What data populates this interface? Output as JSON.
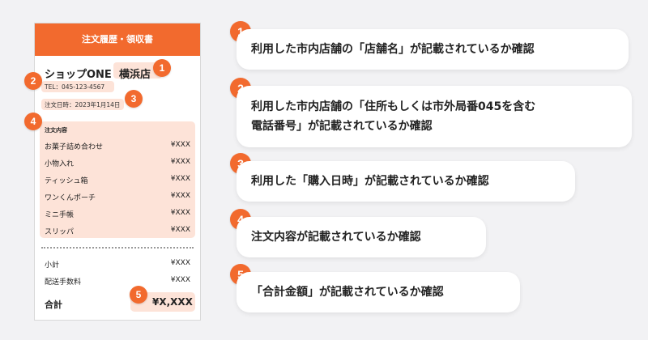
{
  "receipt": {
    "header_title": "注文履歴・領収書",
    "shop_name": "ショップONE",
    "branch": "横浜店",
    "tel": "TEL：045-123-4567",
    "order_date": "注文日時：2023年1月14日",
    "items_title": "注文内容",
    "items": [
      {
        "name": "お菓子詰め合わせ",
        "price": "¥XXX"
      },
      {
        "name": "小物入れ",
        "price": "¥XXX"
      },
      {
        "name": "ティッシュ箱",
        "price": "¥XXX"
      },
      {
        "name": "ワンくんポーチ",
        "price": "¥XXX"
      },
      {
        "name": "ミニ手帳",
        "price": "¥XXX"
      },
      {
        "name": "スリッパ",
        "price": "¥XXX"
      }
    ],
    "subtotal_label": "小計",
    "subtotal_value": "¥XXX",
    "shipping_label": "配送手数料",
    "shipping_value": "¥XXX",
    "total_label": "合計",
    "total_value": "¥X,XXX"
  },
  "markers": [
    "1",
    "2",
    "3",
    "4",
    "5"
  ],
  "callouts": [
    {
      "number": "1",
      "text": "利用した市内店舗の「店舗名」が記載されているか確認"
    },
    {
      "number": "2",
      "text_line1": "利用した市内店舗の「住所もしくは市外局番045を含む",
      "text_line2": "電話番号」が記載されているか確認"
    },
    {
      "number": "3",
      "text": "利用した「購入日時」が記載されているか確認"
    },
    {
      "number": "4",
      "text": "注文内容が記載されているか確認"
    },
    {
      "number": "5",
      "text": "「合計金額」が記載されているか確認"
    }
  ],
  "colors": {
    "accent": "#f26a2e",
    "highlight": "#fde3d8",
    "background": "#f2f2f4"
  }
}
